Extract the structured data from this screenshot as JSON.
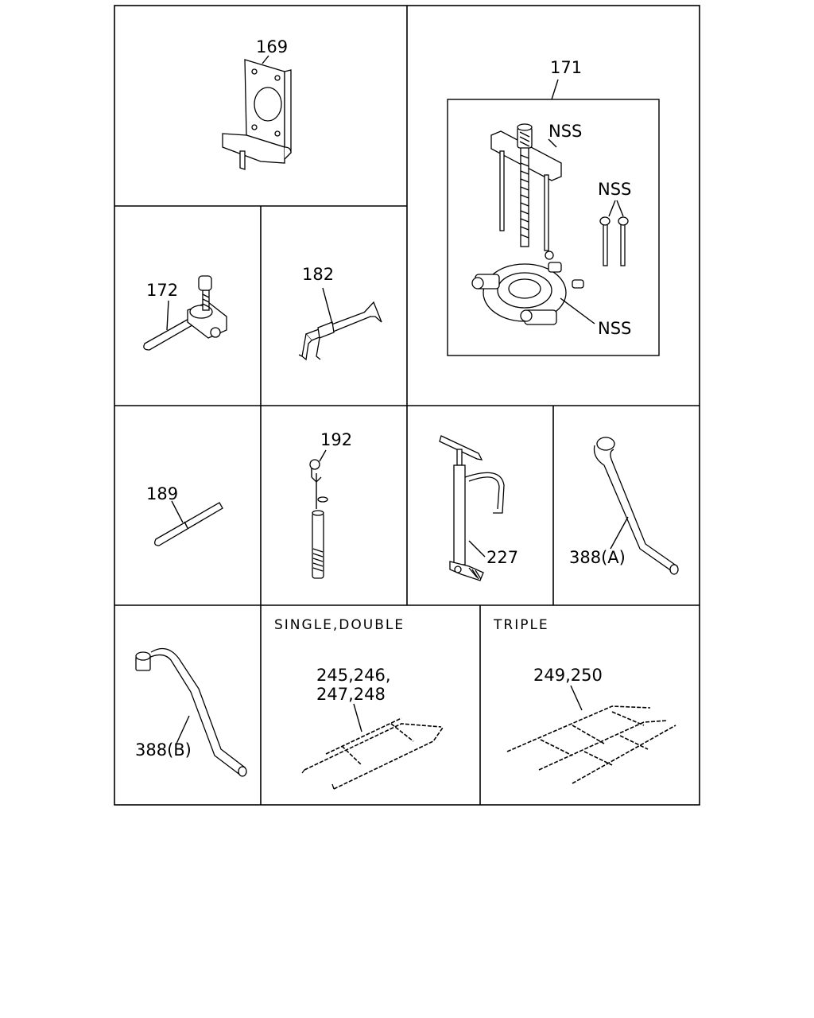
{
  "panels": {
    "p169": {
      "label": "169"
    },
    "p171": {
      "label": "171",
      "nss_top": "NSS",
      "nss_right": "NSS",
      "nss_bottom": "NSS"
    },
    "p172": {
      "label": "172"
    },
    "p182": {
      "label": "182"
    },
    "p189": {
      "label": "189"
    },
    "p192": {
      "label": "192"
    },
    "p227": {
      "label": "227"
    },
    "p388a": {
      "label": "388(A)"
    },
    "p388b": {
      "label": "388(B)"
    },
    "chains_double": {
      "caption": "SINGLE,DOUBLE",
      "label_line1": "245,246,",
      "label_line2": "247,248"
    },
    "chains_triple": {
      "caption": "TRIPLE",
      "label": "249,250"
    }
  }
}
